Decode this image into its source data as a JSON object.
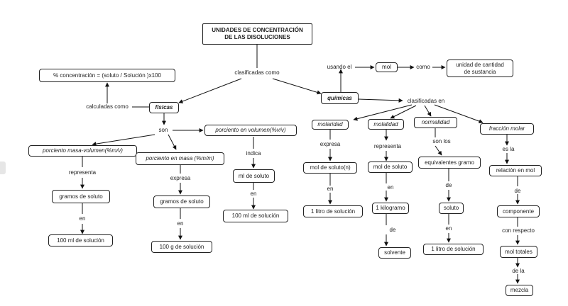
{
  "title": {
    "line1": "UNIDADES DE CONCENTRACIÓN",
    "line2": "DE LAS DISOLUCIONES"
  },
  "nodes": {
    "porcentaje_formula": "% concentración = (soluto / Solución )x100",
    "fisicas": "físicas",
    "quimicas": "químicas",
    "mol": "mol",
    "unidad_cantidad": {
      "line1": "unidad de cantidad",
      "line2": "de sustancia"
    },
    "porciento_masa_volumen": "porciento masa-volumen(%m/v)",
    "porciento_masa": "porciento en masa (%m/m)",
    "porciento_volumen": "porciento en volumen(%v/v)",
    "gramos_soluto_1": "gramos de soluto",
    "ml_solucion_100": "100 ml de solución",
    "gramos_soluto_2": "gramos de soluto",
    "g_solucion_100": "100 g de solución",
    "ml_soluto": "ml de soluto",
    "ml_solucion_100b": "100 ml de solución",
    "molaridad": "molaridad",
    "molalidad": "molalidad",
    "normalidad": "normalidad",
    "fraccion_molar": "fracción molar",
    "mol_soluto_n": "mol de soluto(n)",
    "litro_solucion_1": "1 litro de solución",
    "mol_soluto": "mol de soluto",
    "kilogramo": "1 kilogramo",
    "solvente": "solvente",
    "equivalentes": "equivalentes gramo",
    "soluto": "soluto",
    "litro_solucion_2": "1 litro de solución",
    "relacion_mol": "relación en mol",
    "componente": "componente",
    "mol_totales": "mol totales",
    "mezcla": "mezcla"
  },
  "links": {
    "clasificadas_como": "clasificadas como",
    "calculadas_como": "calculadas como",
    "son": "son",
    "representa_1": "representa",
    "en_1": "en",
    "expresa_1": "expresa",
    "en_2": "en",
    "indica": "indica",
    "en_3": "en",
    "usando_el": "usando el",
    "como": "como",
    "clasificadas_en": "clasificadas en",
    "expresa_2": "expresa",
    "en_4": "en",
    "representa_2": "representa",
    "en_5": "en",
    "de_1": "de",
    "son_los": "son los",
    "de_2": "de",
    "en_6": "en",
    "es_la": "es la",
    "de_3": "de",
    "con_respecto": "con respecto",
    "de_la": "de la"
  }
}
